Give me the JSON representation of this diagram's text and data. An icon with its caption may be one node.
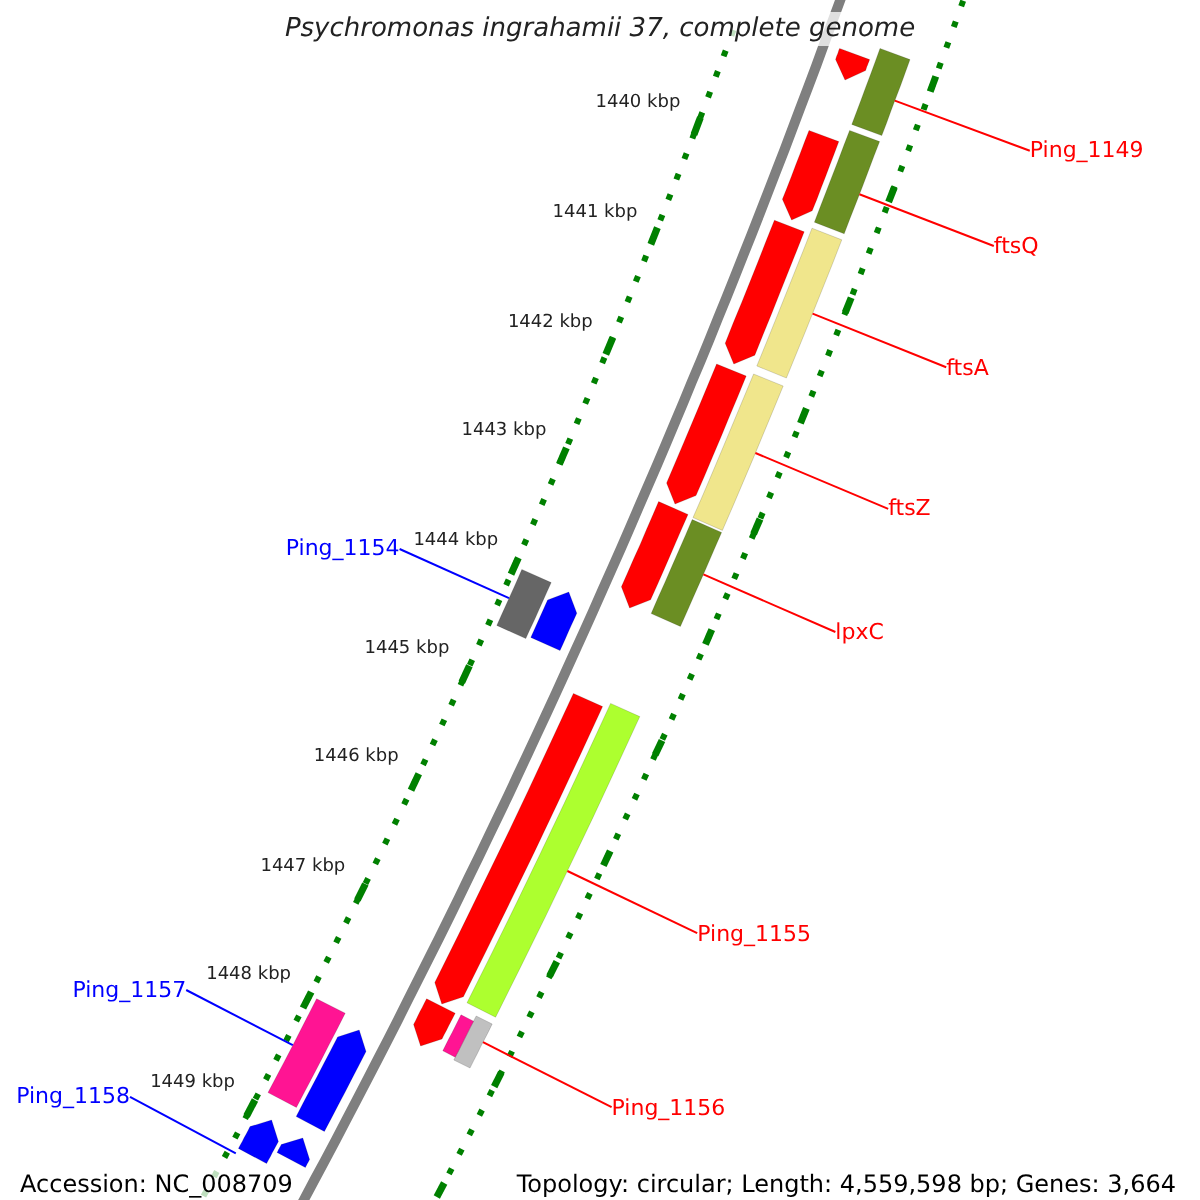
{
  "diagram": {
    "title": "Psychromonas ingrahamii 37, complete genome",
    "nodes": [
      {
        "text": [
          "Ping_1149"
        ]
      },
      {
        "text": [
          "ftsQ"
        ]
      },
      {
        "text": [
          "ftsA"
        ]
      },
      {
        "text": [
          "ftsZ"
        ]
      },
      {
        "text": [
          "Ping_1154"
        ]
      },
      {
        "text": [
          "lpxC"
        ]
      },
      {
        "text": [
          "Ping_1155"
        ]
      },
      {
        "text": [
          "Ping_1157"
        ]
      },
      {
        "text": [
          "Ping_1156"
        ]
      },
      {
        "text": [
          "Ping_1158"
        ]
      },
      {
        "text": [],
        "shape": "bar"
      },
      {
        "text": [],
        "shape": "bar"
      },
      {
        "text": [],
        "shape": "bar"
      },
      {
        "text": [],
        "shape": "bar"
      },
      {
        "text": [],
        "shape": "bar"
      },
      {
        "text": [],
        "shape": "bar"
      },
      {
        "text": [],
        "shape": "bar"
      },
      {
        "text": [],
        "shape": "bar"
      },
      {
        "text": [],
        "shape": "bar"
      },
      {
        "text": [],
        "shape": "arrow"
      },
      {
        "text": [],
        "shape": "arrow"
      },
      {
        "text": [],
        "shape": "arrow"
      },
      {
        "text": [],
        "shape": "arrow"
      },
      {
        "text": [],
        "shape": "arrow"
      },
      {
        "text": [],
        "shape": "arrow"
      },
      {
        "text": [],
        "shape": "arrow"
      },
      {
        "text": [],
        "shape": "arrow"
      },
      {
        "text": [],
        "shape": "bar"
      },
      {
        "text": [],
        "shape": "arrow"
      },
      {
        "text": [],
        "shape": "arrow"
      },
      {
        "text": [],
        "shape": "arrow"
      }
    ],
    "edges": [
      {
        "from": 0,
        "to": 10,
        "arrow": "none"
      },
      {
        "from": 1,
        "to": 11,
        "arrow": "none"
      },
      {
        "from": 2,
        "to": 12,
        "arrow": "none"
      },
      {
        "from": 3,
        "to": 13,
        "arrow": "none"
      },
      {
        "from": 4,
        "to": 14,
        "arrow": "none",
        "color": "#0000ff"
      },
      {
        "from": 5,
        "to": 15,
        "arrow": "none"
      },
      {
        "from": 6,
        "to": 16,
        "arrow": "none"
      },
      {
        "from": 7,
        "to": 17,
        "arrow": "none",
        "color": "#0000ff"
      },
      {
        "from": 8,
        "to": 18,
        "arrow": "none"
      },
      {
        "from": 9,
        "to": 19,
        "arrow": "none",
        "color": "#0000ff"
      }
    ],
    "labels": [
      "1440 kbp",
      "1441 kbp",
      "1442 kbp",
      "1443 kbp",
      "1444 kbp",
      "1445 kbp",
      "1446 kbp",
      "1447 kbp",
      "1448 kbp",
      "1449 kbp",
      "Accession: NC_008709",
      "Topology: circular; Length: 4,559,598 bp; Genes: 3,664"
    ]
  }
}
